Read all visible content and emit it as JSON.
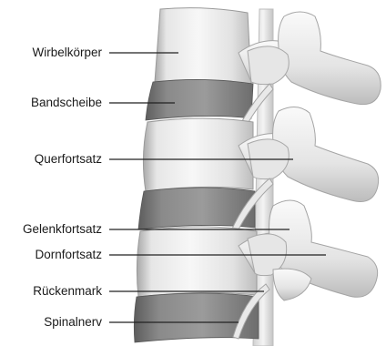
{
  "diagram": {
    "labels": [
      {
        "id": "vertebral-body",
        "text": "Wirbelkörper"
      },
      {
        "id": "intervertebral-disc",
        "text": "Bandscheibe"
      },
      {
        "id": "transverse-process",
        "text": "Querfortsatz"
      },
      {
        "id": "articular-process",
        "text": "Gelenkfortsatz"
      },
      {
        "id": "spinous-process",
        "text": "Dornfortsatz"
      },
      {
        "id": "spinal-cord",
        "text": "Rückenmark"
      },
      {
        "id": "spinal-nerve",
        "text": "Spinalnerv"
      }
    ]
  }
}
